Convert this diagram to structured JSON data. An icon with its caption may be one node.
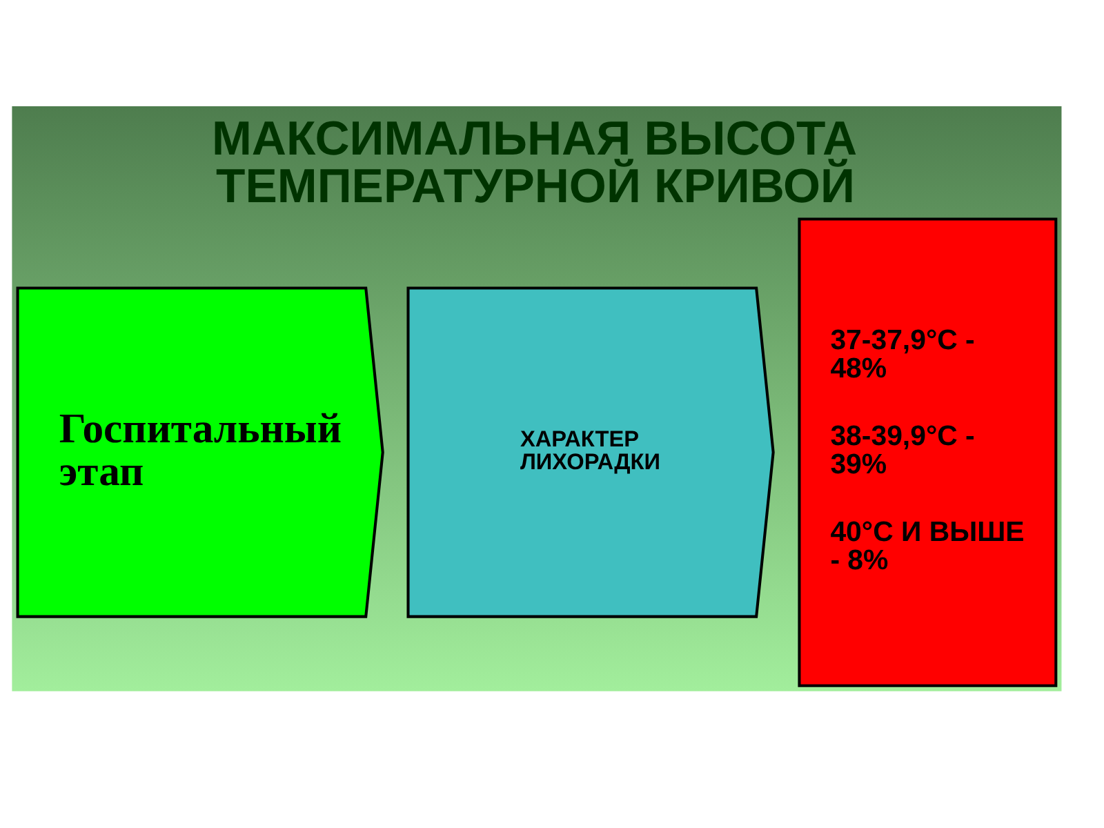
{
  "diagram": {
    "title": "МАКСИМАЛЬНАЯ ВЫСОТА ТЕМПЕРАТУРНОЙ КРИВОЙ",
    "nodes": [
      {
        "text": [
          "Госпитальный этап"
        ]
      },
      {
        "text": [
          "ХАРАКТЕР ЛИХОРАДКИ"
        ]
      },
      {
        "text": [
          "37-37,9°C - 48%",
          "38-39,9°C - 39%",
          "40°C И ВЫШЕ - 8%"
        ]
      }
    ],
    "edges": []
  }
}
